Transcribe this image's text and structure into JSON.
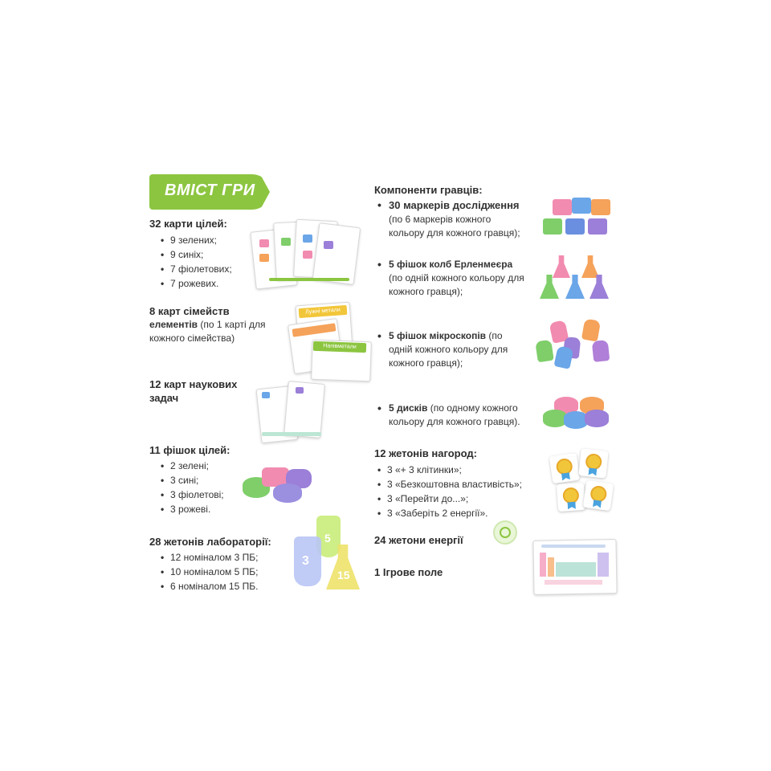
{
  "title": "ВМІСТ ГРИ",
  "left": {
    "goal_cards": {
      "heading": "32 карти цілей:",
      "items": [
        "9 зелених;",
        "9 синіх;",
        "7 фіолетових;",
        "7 рожевих."
      ]
    },
    "family_cards": {
      "heading_l1": "8 карт сімейств",
      "heading_l2": "елементів",
      "note_l2": " (по 1 карті для",
      "note_l3": "кожного сімейства)",
      "card_labels": [
        "Лужні метали",
        "Напівметали"
      ]
    },
    "task_cards": {
      "heading_l1": "12 карт наукових",
      "heading_l2": "задач"
    },
    "goal_tokens": {
      "heading": "11 фішок цілей:",
      "items": [
        "2 зелені;",
        "3 сині;",
        "3 фіолетові;",
        "3 рожеві."
      ]
    },
    "lab_tokens": {
      "heading": "28 жетонів лабораторії:",
      "items": [
        "12 номіналом 3 ПБ;",
        "10 номіналом 5 ПБ;",
        "6 номіналом 15 ПБ."
      ],
      "flask_values": [
        "3",
        "5",
        "15"
      ]
    }
  },
  "right": {
    "player_components": {
      "heading": "Компоненти гравців:",
      "markers_bold": "30 маркерів дослідження",
      "markers_l2": "(по 6 маркерів кожного",
      "markers_l3": "кольору для кожного гравця);",
      "flasks_bold": "5 фішок колб Ерленмеєра",
      "flasks_l2": "(по одній кожного кольору для",
      "flasks_l3": "кожного гравця);",
      "micro_bold": "5 фішок мікроскопів",
      "micro_l1_rest": " (по",
      "micro_l2": "одній кожного кольору для",
      "micro_l3": "кожного гравця);",
      "discs_bold": "5 дисків",
      "discs_l1_rest": " (по одному кожного",
      "discs_l2": "кольору для кожного гравця)."
    },
    "rewards": {
      "heading": "12 жетонів нагород:",
      "items": [
        "3 «+ 3 клітинки»;",
        "3 «Безкоштовна властивість»;",
        "3 «Перейти до...»;",
        "3 «Заберіть 2 енергії»."
      ]
    },
    "energy": {
      "heading": "24 жетони енергії"
    },
    "board": {
      "heading": "1 Ігрове поле"
    }
  },
  "colors": {
    "banner": "#8cc540",
    "green": "#7fce6a",
    "blue": "#6aa6e8",
    "purple": "#9b7fd8",
    "pink": "#f28bb0",
    "orange": "#f5a25a"
  }
}
